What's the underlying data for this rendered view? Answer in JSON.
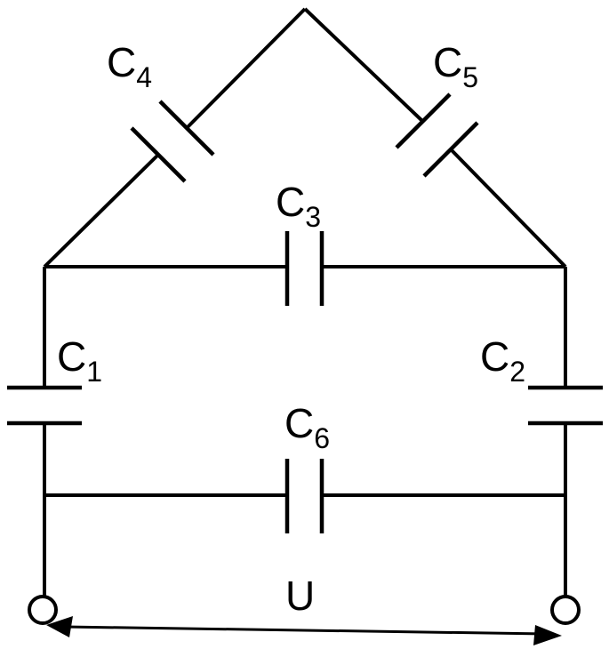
{
  "circuit": {
    "labels": {
      "c1": {
        "main": "C",
        "sub": "1"
      },
      "c2": {
        "main": "C",
        "sub": "2"
      },
      "c3": {
        "main": "C",
        "sub": "3"
      },
      "c4": {
        "main": "C",
        "sub": "4"
      },
      "c5": {
        "main": "C",
        "sub": "5"
      },
      "c6": {
        "main": "C",
        "sub": "6"
      },
      "voltage": "U"
    },
    "colors": {
      "stroke": "#000000",
      "background": "#ffffff"
    }
  }
}
